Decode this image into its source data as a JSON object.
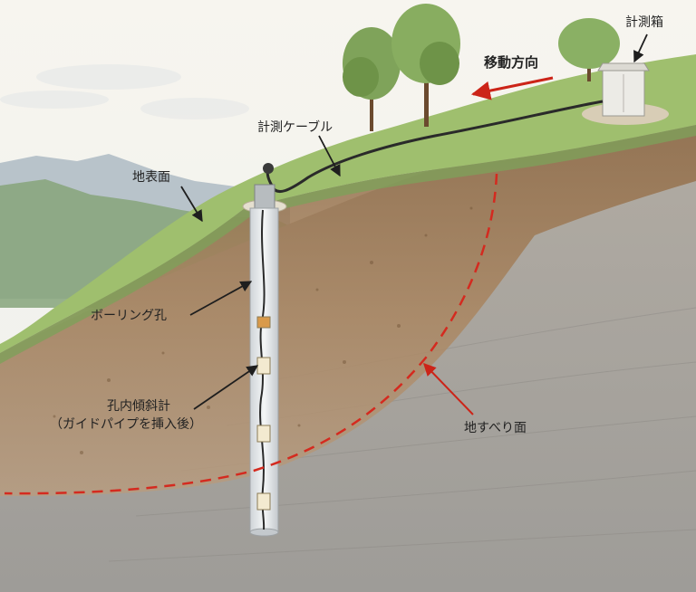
{
  "labels": {
    "measurement_box": "計測箱",
    "movement_direction": "移動方向",
    "measurement_cable": "計測ケーブル",
    "ground_surface": "地表面",
    "boring_hole": "ボーリング孔",
    "inclinometer_line1": "孔内傾斜計",
    "inclinometer_line2": "（ガイドパイプを挿入後）",
    "slip_surface": "地すべり面"
  },
  "colors": {
    "sky": "#f4f1ea",
    "grass": "#9fbf6e",
    "soil": "#a98560",
    "rock": "#a9a7a2",
    "slip_line": "#d42a1f",
    "arrow_red": "#cc2418",
    "leader": "#1e1e1e"
  }
}
